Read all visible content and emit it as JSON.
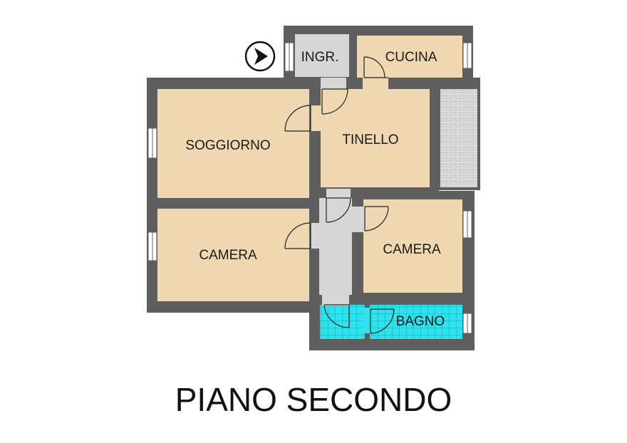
{
  "rooms": {
    "ingresso": "INGR.",
    "cucina": "CUCINA",
    "soggiorno": "SOGGIORNO",
    "tinello": "TINELLO",
    "camera_1": "CAMERA",
    "camera_2": "CAMERA",
    "bagno": "BAGNO"
  },
  "floor_title": "PIANO SECONDO",
  "entrance_icon": "arrow-right-circle-icon",
  "colors": {
    "wall": "#5e5e5e",
    "room_floor": "#efd7b2",
    "corridor_floor": "#d6d6d6",
    "bathroom_tile": "#2fe3ee",
    "balcony_tile": "#c8c8c8"
  }
}
